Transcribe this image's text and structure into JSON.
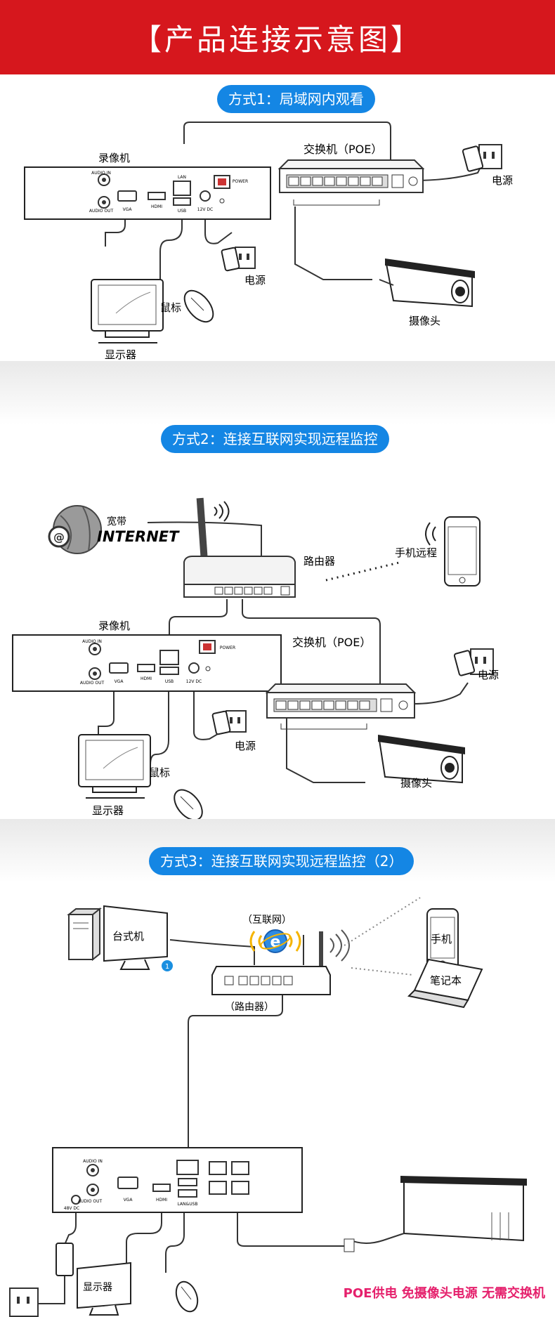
{
  "header": {
    "title": "【产品连接示意图】"
  },
  "method1": {
    "pill": "方式1：局域网内观看",
    "nvr_label": "录像机",
    "switch_label": "交换机（POE）",
    "power_label_switch": "电源",
    "power_label_nvr": "电源",
    "monitor_label": "显示器",
    "mouse_label": "鼠标",
    "camera_label": "摄像头",
    "port_labels": {
      "audio_in": "AUDIO IN",
      "audio_out": "AUDIO OUT",
      "vga": "VGA",
      "hdmi": "HDMI",
      "lan": "LAN",
      "usb": "USB",
      "power_sw": "POWER",
      "dc": "12V DC"
    }
  },
  "method2": {
    "pill": "方式2：连接互联网实现远程监控",
    "broadband_label": "宽带",
    "internet_label": "INTERNET",
    "router_label": "路由器",
    "phone_label": "手机远程",
    "nvr_label": "录像机",
    "switch_label": "交换机（POE）",
    "power_label_switch": "电源",
    "power_label_nvr": "电源",
    "monitor_label": "显示器",
    "mouse_label": "鼠标",
    "camera_label": "摄像头",
    "port_labels": {
      "audio_in": "AUDIO IN",
      "audio_out": "AUDIO OUT",
      "vga": "VGA",
      "hdmi": "HDMI",
      "usb": "USB",
      "power_sw": "POWER",
      "dc": "12V DC"
    }
  },
  "method3": {
    "pill": "方式3：连接互联网实现远程监控（2）",
    "internet_label": "（互联网）",
    "desktop_label": "台式机",
    "marker": "1",
    "router_label": "（路由器）",
    "phone_label": "手机",
    "laptop_label": "笔记本",
    "monitor_label": "显示器",
    "port_labels": {
      "audio_in": "AUDIO IN",
      "audio_out": "AUDIO OUT",
      "dc": "48V DC",
      "vga": "VGA",
      "hdmi": "HDMI",
      "lan_usb": "LAN&USB"
    },
    "footer_note": "POE供电 免摄像头电源 无需交换机"
  },
  "colors": {
    "header_bg": "#d6171d",
    "pill_bg": "#1486e4",
    "footer_note": "#e5206c",
    "marker": "#1a8fe0"
  }
}
